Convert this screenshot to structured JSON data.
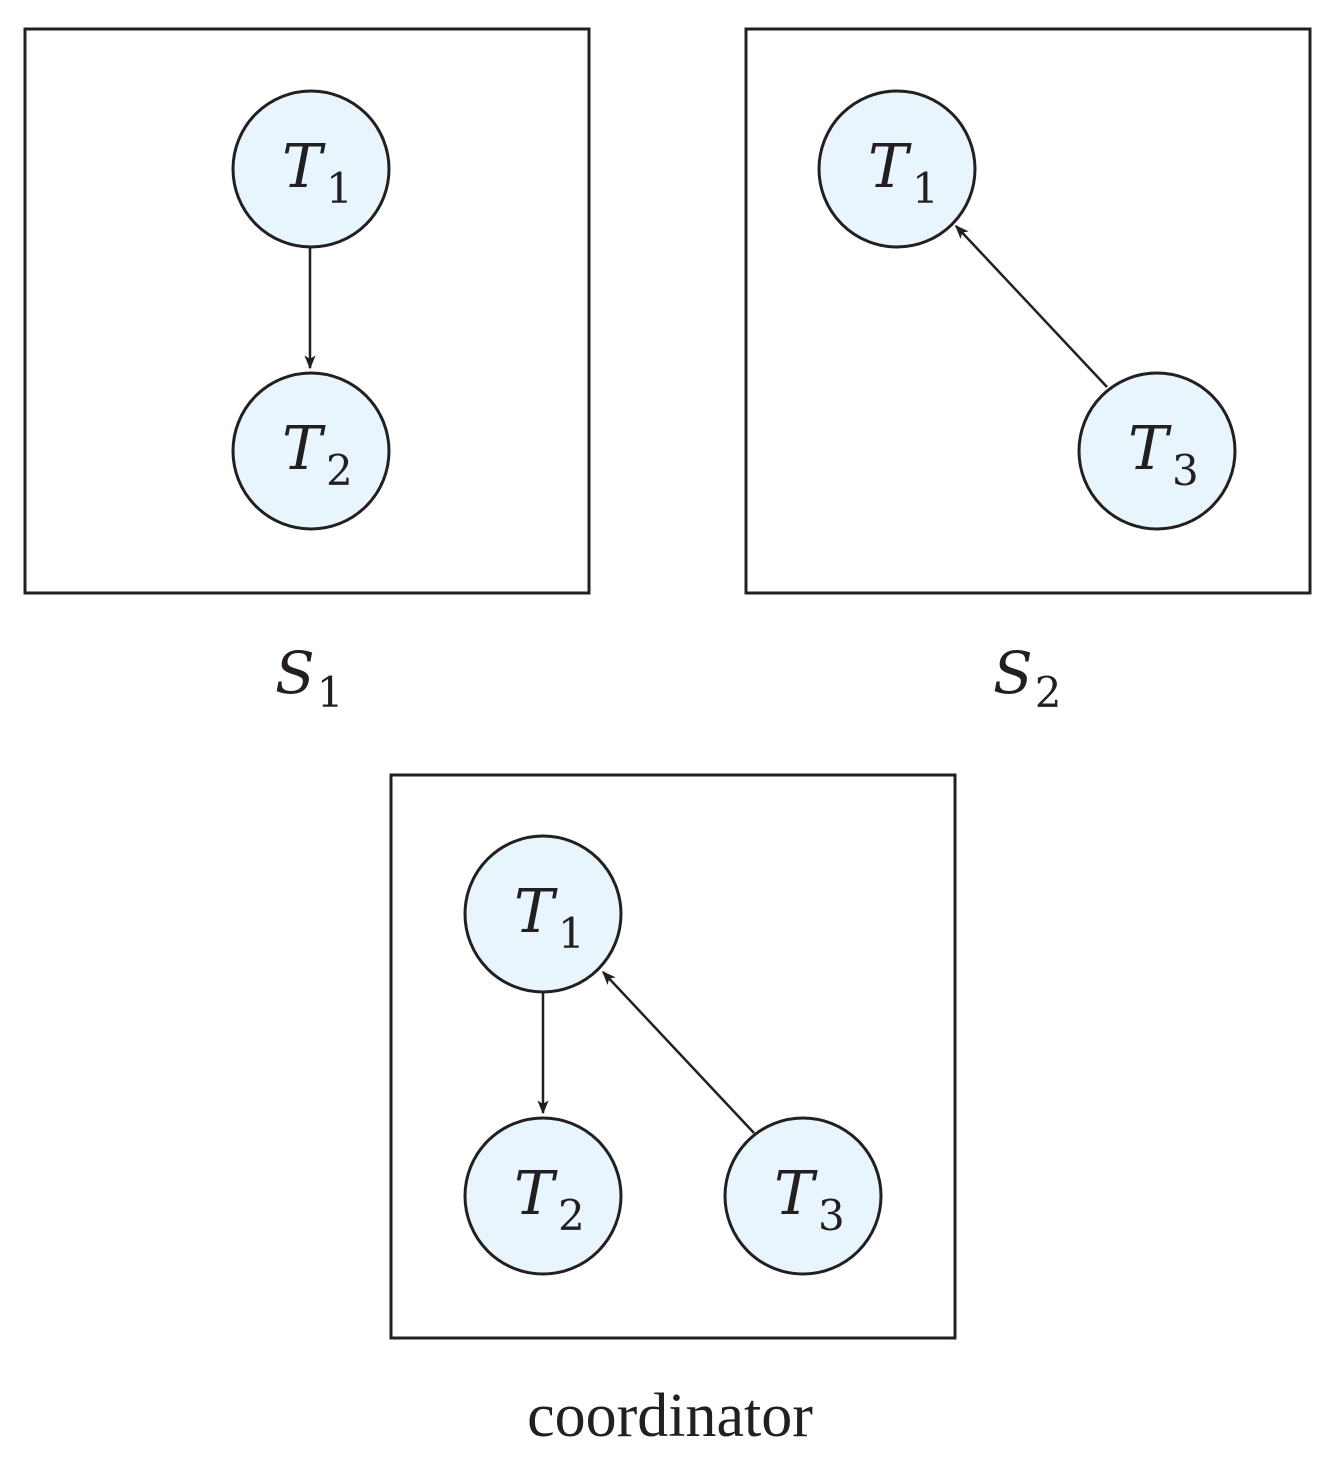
{
  "panels": [
    {
      "id": "s1",
      "caption": {
        "main": "S",
        "sub": "1"
      },
      "nodes": [
        {
          "id": "T1",
          "main": "T",
          "sub": "1"
        },
        {
          "id": "T2",
          "main": "T",
          "sub": "2"
        }
      ],
      "edges": [
        {
          "from": "T1",
          "to": "T2"
        }
      ]
    },
    {
      "id": "s2",
      "caption": {
        "main": "S",
        "sub": "2"
      },
      "nodes": [
        {
          "id": "T1",
          "main": "T",
          "sub": "1"
        },
        {
          "id": "T3",
          "main": "T",
          "sub": "3"
        }
      ],
      "edges": [
        {
          "from": "T3",
          "to": "T1"
        }
      ]
    },
    {
      "id": "coordinator",
      "caption": {
        "text": "coordinator"
      },
      "nodes": [
        {
          "id": "T1",
          "main": "T",
          "sub": "1"
        },
        {
          "id": "T2",
          "main": "T",
          "sub": "2"
        },
        {
          "id": "T3",
          "main": "T",
          "sub": "3"
        }
      ],
      "edges": [
        {
          "from": "T1",
          "to": "T2"
        },
        {
          "from": "T3",
          "to": "T1"
        }
      ]
    }
  ],
  "colors": {
    "node_fill": "#e8f5fc",
    "stroke": "#231f20"
  }
}
